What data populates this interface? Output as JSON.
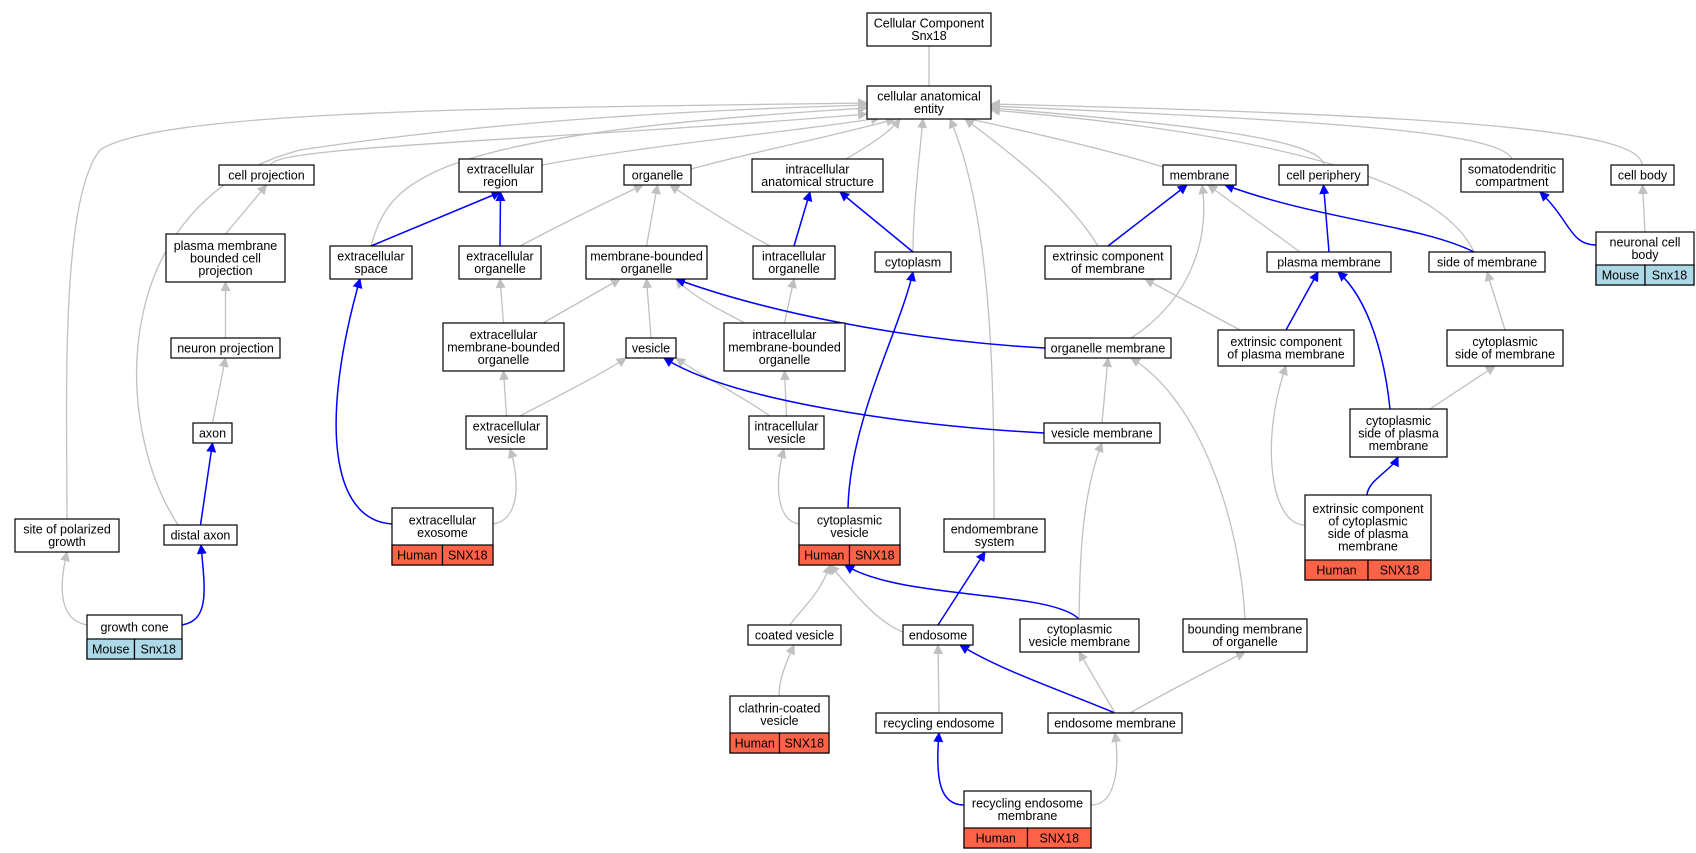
{
  "colors": {
    "human": "#ff6347",
    "mouse": "#add8e6",
    "is_a_edge": "#c0c0c0",
    "part_of_edge": "#0000ff"
  },
  "nodes": {
    "root": {
      "lines": [
        "Cellular Component",
        "Snx18"
      ]
    },
    "cae": {
      "lines": [
        "cellular anatomical",
        "entity"
      ]
    },
    "cellproj": {
      "lines": [
        "cell projection"
      ]
    },
    "ecregion": {
      "lines": [
        "extracellular",
        "region"
      ]
    },
    "organelle": {
      "lines": [
        "organelle"
      ]
    },
    "ias": {
      "lines": [
        "intracellular",
        "anatomical structure"
      ]
    },
    "membrane": {
      "lines": [
        "membrane"
      ]
    },
    "cellperiph": {
      "lines": [
        "cell periphery"
      ]
    },
    "somato": {
      "lines": [
        "somatodendritic",
        "compartment"
      ]
    },
    "cellbody": {
      "lines": [
        "cell body"
      ]
    },
    "pmbcp": {
      "lines": [
        "plasma membrane",
        "bounded cell",
        "projection"
      ]
    },
    "ecspace": {
      "lines": [
        "extracellular",
        "space"
      ]
    },
    "ecorg": {
      "lines": [
        "extracellular",
        "organelle"
      ]
    },
    "mbo": {
      "lines": [
        "membrane-bounded",
        "organelle"
      ]
    },
    "icorg": {
      "lines": [
        "intracellular",
        "organelle"
      ]
    },
    "cytoplasm": {
      "lines": [
        "cytoplasm"
      ]
    },
    "extcompmem": {
      "lines": [
        "extrinsic component",
        "of membrane"
      ]
    },
    "plasmamem": {
      "lines": [
        "plasma membrane"
      ]
    },
    "sideofmem": {
      "lines": [
        "side of membrane"
      ]
    },
    "neuronalcb": {
      "lines": [
        "neuronal cell",
        "body"
      ],
      "species": "Mouse",
      "gene": "Snx18"
    },
    "neuronproj": {
      "lines": [
        "neuron projection"
      ]
    },
    "ecmbo": {
      "lines": [
        "extracellular",
        "membrane-bounded",
        "organelle"
      ]
    },
    "vesicle": {
      "lines": [
        "vesicle"
      ]
    },
    "icmbo": {
      "lines": [
        "intracellular",
        "membrane-bounded",
        "organelle"
      ]
    },
    "orgmem": {
      "lines": [
        "organelle membrane"
      ]
    },
    "extcomppm": {
      "lines": [
        "extrinsic component",
        "of plasma membrane"
      ]
    },
    "cytosidemem": {
      "lines": [
        "cytoplasmic",
        "side of membrane"
      ]
    },
    "axon": {
      "lines": [
        "axon"
      ]
    },
    "ecvesicle": {
      "lines": [
        "extracellular",
        "vesicle"
      ]
    },
    "icvesicle": {
      "lines": [
        "intracellular",
        "vesicle"
      ]
    },
    "vesmem": {
      "lines": [
        "vesicle membrane"
      ]
    },
    "cytosidepm": {
      "lines": [
        "cytoplasmic",
        "side of plasma",
        "membrane"
      ]
    },
    "sitepol": {
      "lines": [
        "site of polarized",
        "growth"
      ]
    },
    "distalaxon": {
      "lines": [
        "distal axon"
      ]
    },
    "ecexosome": {
      "lines": [
        "extracellular",
        "exosome"
      ],
      "species": "Human",
      "gene": "SNX18"
    },
    "cytovesicle": {
      "lines": [
        "cytoplasmic",
        "vesicle"
      ],
      "species": "Human",
      "gene": "SNX18"
    },
    "endomemsys": {
      "lines": [
        "endomembrane",
        "system"
      ]
    },
    "extcompcspm": {
      "lines": [
        "extrinsic component",
        "of cytoplasmic",
        "side of plasma",
        "membrane"
      ],
      "species": "Human",
      "gene": "SNX18"
    },
    "growthcone": {
      "lines": [
        "growth cone"
      ],
      "species": "Mouse",
      "gene": "Snx18"
    },
    "coatedves": {
      "lines": [
        "coated vesicle"
      ]
    },
    "endosome": {
      "lines": [
        "endosome"
      ]
    },
    "cytovesmem": {
      "lines": [
        "cytoplasmic",
        "vesicle membrane"
      ]
    },
    "boundmem": {
      "lines": [
        "bounding membrane",
        "of organelle"
      ]
    },
    "clathrin": {
      "lines": [
        "clathrin-coated",
        "vesicle"
      ],
      "species": "Human",
      "gene": "SNX18"
    },
    "recendosome": {
      "lines": [
        "recycling endosome"
      ]
    },
    "endosomemem": {
      "lines": [
        "endosome membrane"
      ]
    },
    "recendomem": {
      "lines": [
        "recycling endosome",
        "membrane"
      ],
      "species": "Human",
      "gene": "SNX18"
    }
  }
}
